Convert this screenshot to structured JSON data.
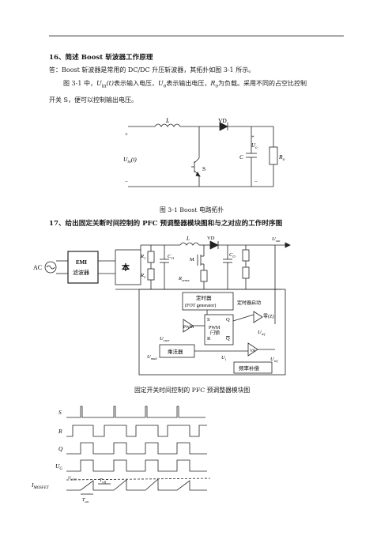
{
  "q16": {
    "heading": "16、简述 Boost 斩波器工作原理",
    "answer_line1": "答：Boost 斩波器是常用的 DC/DC 升压斩波器，其拓扑如图 3-1 所示。",
    "answer_line2": {
      "p1": "图 3-1 中，",
      "sym1": "U",
      "sub1": "in",
      "paren1": "(t)",
      "p2": "表示输入电压，",
      "sym2": "U",
      "sub2": "o",
      "p3": "表示输出电压，",
      "sym3": "R",
      "sub3": "o",
      "p4": "为负载。采用不同的占空比控制"
    },
    "answer_line3": "开关 S，便可以控制输出电压。",
    "figure": {
      "caption": "图 3-1 Boost 电路拓扑",
      "labels": {
        "inductor": "L",
        "diode": "VD",
        "switch": "S",
        "input": "U",
        "input_sub": "in",
        "input_paren": "(t)",
        "output": "U",
        "output_sub": "o",
        "capacitor": "C",
        "load": "R",
        "load_sub": "o",
        "plus_in": "+",
        "minus_in": "−",
        "plus_out": "+",
        "minus_out": "−"
      }
    }
  },
  "q17": {
    "heading": "17、给出固定关断时间控制的 PFC 预调整器模块图和与之对应的工作时序图",
    "block_diagram": {
      "caption": "固定开关时间控制的 PFC 预调整器模块图",
      "labels": {
        "ac": "AC",
        "emi_line1": "EMI",
        "emi_line2": "滤波器",
        "rectifier": "本",
        "r1": "R",
        "r1_sub": "1",
        "r2": "R",
        "r2_sub": "2",
        "l": "L",
        "vd": "VD",
        "cin": "C",
        "cin_sub": "11",
        "m": "M",
        "co": "C",
        "co_sub": "O",
        "rsense": "R",
        "rsense_sub": "sense",
        "uout": "U",
        "uout_sub": "out",
        "timer_line1": "定时器",
        "timer_line2": "(FOT generator)",
        "timer_start": "定时器启动",
        "zero": "零(Z)",
        "pwm_latch_line1": "PWM",
        "pwm_latch_line2": "闩锁",
        "s": "S",
        "q": "Q",
        "r": "R",
        "qbar": "Q",
        "pwm_cmp": "PWM",
        "ucurr": "U",
        "ucurr_sub": "curr",
        "multiplier": "乘法器",
        "umult": "U",
        "umult_sub": "mult",
        "ui": "U",
        "ui_sub": "i",
        "va": "VA",
        "uref": "U",
        "uref_sub": "ref",
        "uref2": "U",
        "uref2_sub": "ref",
        "freq_comp": "频率补偿"
      }
    },
    "timing": {
      "signals": [
        "S",
        "R",
        "Q",
        "U",
        "I"
      ],
      "signal_subs": [
        "",
        "",
        "",
        "G",
        "MOSFET"
      ],
      "ucurr_label": "U",
      "ucurr_sub": "curr",
      "toff": "T",
      "toff_sub": "off",
      "ton": "T",
      "ton_sub": "on"
    }
  }
}
